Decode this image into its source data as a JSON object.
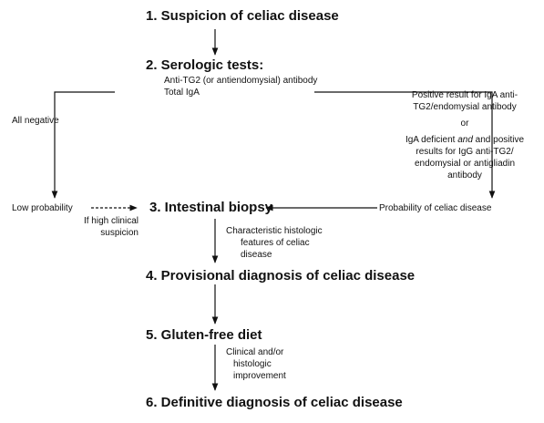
{
  "steps": {
    "s1": "1. Suspicion of celiac disease",
    "s2": "2. Serologic tests:",
    "s3": "3. Intestinal biopsy",
    "s4": "4. Provisional diagnosis of celiac disease",
    "s5": "5. Gluten-free diet",
    "s6": "6. Definitive diagnosis of celiac disease"
  },
  "serology": {
    "line1": "Anti-TG2 (or antiendomysial) antibody",
    "line2": "Total IgA"
  },
  "left_branch": {
    "all_negative": "All negative",
    "low_probability": "Low probability",
    "if_high_1": "If high clinical",
    "if_high_2": "suspicion"
  },
  "right_branch": {
    "positive_1": "Positive result for IgA anti-",
    "positive_2": "TG2/endomysial antibody",
    "or": "or",
    "deficient_1a": "IgA deficient ",
    "deficient_1b": "and",
    "deficient_1c": " and positive",
    "deficient_2": "results for IgG anti-TG2/",
    "deficient_3": "endomysial or antigliadin",
    "deficient_4": "antibody",
    "probability": "Probability of celiac disease"
  },
  "transitions": {
    "histologic_1": "Characteristic histologic",
    "histologic_2": "features of celiac",
    "histologic_3": "disease",
    "improvement_1": "Clinical and/or",
    "improvement_2": "histologic",
    "improvement_3": "improvement"
  }
}
